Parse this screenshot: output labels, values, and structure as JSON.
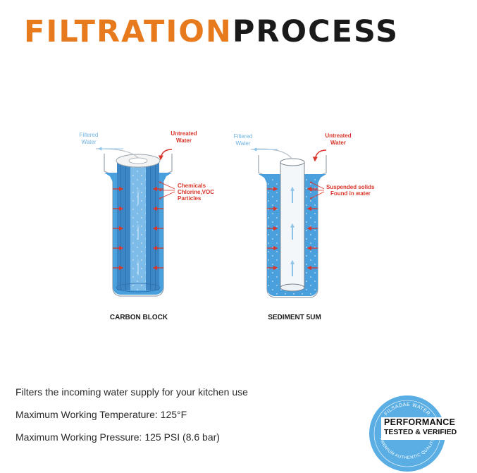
{
  "header": {
    "title_part1": "FILTRATION",
    "title_part2": "PROCESS",
    "title_color1": "#e87a1e",
    "title_color2": "#1a1a1a"
  },
  "diagram": {
    "water_color": "#4a9fdd",
    "arrow_color": "#d9352a",
    "flow_arrow_color": "#8fc5ea",
    "filters": [
      {
        "name": "CARBON BLOCK",
        "filtered_label": [
          "Filtered",
          "Water"
        ],
        "untreated_label": [
          "Untreated",
          "Water"
        ],
        "callout": [
          "Chemicals",
          "Chlorine,VOC",
          "Particles"
        ]
      },
      {
        "name": "SEDIMENT 5UM",
        "filtered_label": [
          "Filtered",
          "Water"
        ],
        "untreated_label": [
          "Untreated",
          "Water"
        ],
        "callout": [
          "Suspended solids",
          "Found in water"
        ]
      }
    ]
  },
  "specs": [
    "Filters the incoming water supply for your kitchen use",
    "Maximum Working Temperature: 125°F",
    "Maximum Working Pressure: 125 PSI (8.6 bar)"
  ],
  "badge": {
    "line1": "PERFORMANCE",
    "line2": "TESTED & VERIFIED",
    "ring_text_top": "FILSADAE WATER",
    "ring_text_bottom": "PREMIUM AUTHENTIC QUALITY",
    "color": "#5aaee3"
  }
}
